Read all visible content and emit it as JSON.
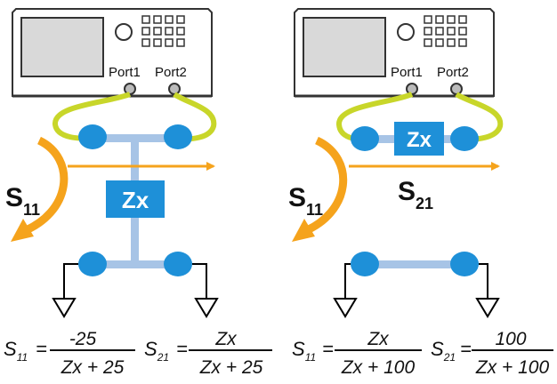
{
  "colors": {
    "instrument_fill": "#ffffff",
    "screen_fill": "#d9d9d9",
    "cable": "#c8d62a",
    "connector": "#1e90d8",
    "bar": "#a7c4e6",
    "impedance_box": "#1e90d8",
    "signal_arrow": "#f5a31c",
    "ground": "#000000"
  },
  "left_panel": {
    "port1_label": "Port1",
    "port2_label": "Port2",
    "impedance_label": "Zx",
    "s11_main": "S",
    "s11_sub": "11",
    "formula_s11": {
      "lhs_main": "S",
      "lhs_sub": "11",
      "numerator": "-25",
      "denominator": "Zx + 25"
    },
    "formula_s21": {
      "lhs_main": "S",
      "lhs_sub": "21",
      "numerator": "Zx",
      "denominator": "Zx + 25"
    }
  },
  "right_panel": {
    "port1_label": "Port1",
    "port2_label": "Port2",
    "impedance_label": "Zx",
    "s11_main": "S",
    "s11_sub": "11",
    "s21_main": "S",
    "s21_sub": "21",
    "formula_s11": {
      "lhs_main": "S",
      "lhs_sub": "11",
      "numerator": "Zx",
      "denominator": "Zx + 100"
    },
    "formula_s21": {
      "lhs_main": "S",
      "lhs_sub": "21",
      "numerator": "100",
      "denominator": "Zx + 100"
    }
  },
  "equals_sign": "="
}
